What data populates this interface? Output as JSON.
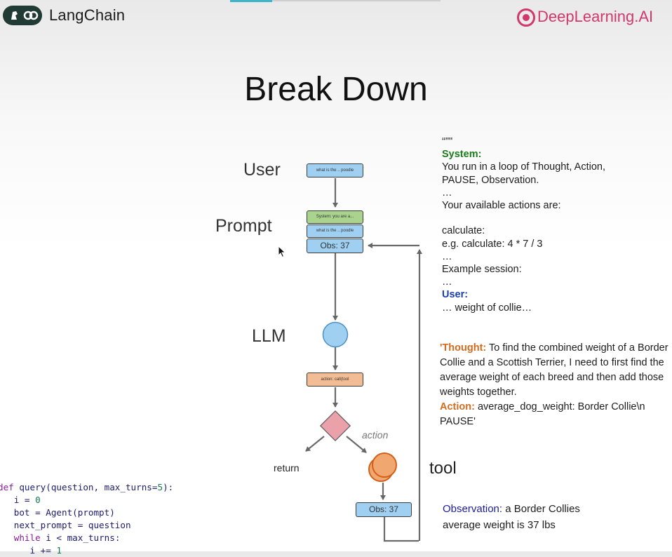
{
  "header": {
    "left_brand": "LangChain",
    "right_brand": "DeepLearning.AI",
    "brand_color": "#d1386c",
    "langchain_logo_color": "#1f3b33"
  },
  "title": "Break Down",
  "labels": {
    "user": "User",
    "prompt": "Prompt",
    "llm": "LLM",
    "tool": "tool",
    "action": "action",
    "return": "return"
  },
  "nodes": {
    "user_box": "what is the .. poodle",
    "prompt_system": "System: you are a...",
    "prompt_user": "what is the .. poodle",
    "prompt_obs": "Obs: 37",
    "llm_output": "action: call(tool",
    "tool_obs": "Obs: 37"
  },
  "prompt_text": {
    "open_quotes": "“\"\"",
    "system_label": "System:",
    "system_line1": "You run in a loop of Thought, Action,",
    "system_line2": "PAUSE, Observation.",
    "ellipsis1": "…",
    "actions_line": "Your available actions are:",
    "calc_line": "calculate:",
    "calc_example": "e.g. calculate: 4 * 7 / 3",
    "ellipsis2": "…",
    "example_session": "Example session:",
    "ellipsis3": "…",
    "user_label": "User:",
    "user_line": "… weight of collie…"
  },
  "thought_text": {
    "thought_label": "'Thought:",
    "thought_body": "To find the combined weight of a Border Collie and a Scottish Terrier, I need to first find the average weight of each breed and then add those weights together.",
    "action_label": "Action:",
    "action_body": "average_dog_weight: Border Collie\\n PAUSE'"
  },
  "observation_text": {
    "label": "Observation:",
    "line1_rest": "a Border Collies",
    "line2": "average weight is 37 lbs"
  },
  "code": {
    "l1_kw": "def",
    "l1_rest": " query(question, max_turns=",
    "l1_num": "5",
    "l1_end": "):",
    "l2_a": "   i = ",
    "l2_num": "0",
    "l3": "   bot = Agent(prompt)",
    "l4": "   next_prompt = question",
    "l5_kw": "   while",
    "l5_rest": " i < max_turns:",
    "l6_a": "      i += ",
    "l6_num": "1"
  },
  "colors": {
    "node_blue": "#9fd0f2",
    "node_green": "#a9d48e",
    "node_orange": "#f2bd94",
    "decision_pink": "#eaa1aa",
    "tool_orange": "#f0a770",
    "llm_circle": "#9fd0f2"
  }
}
